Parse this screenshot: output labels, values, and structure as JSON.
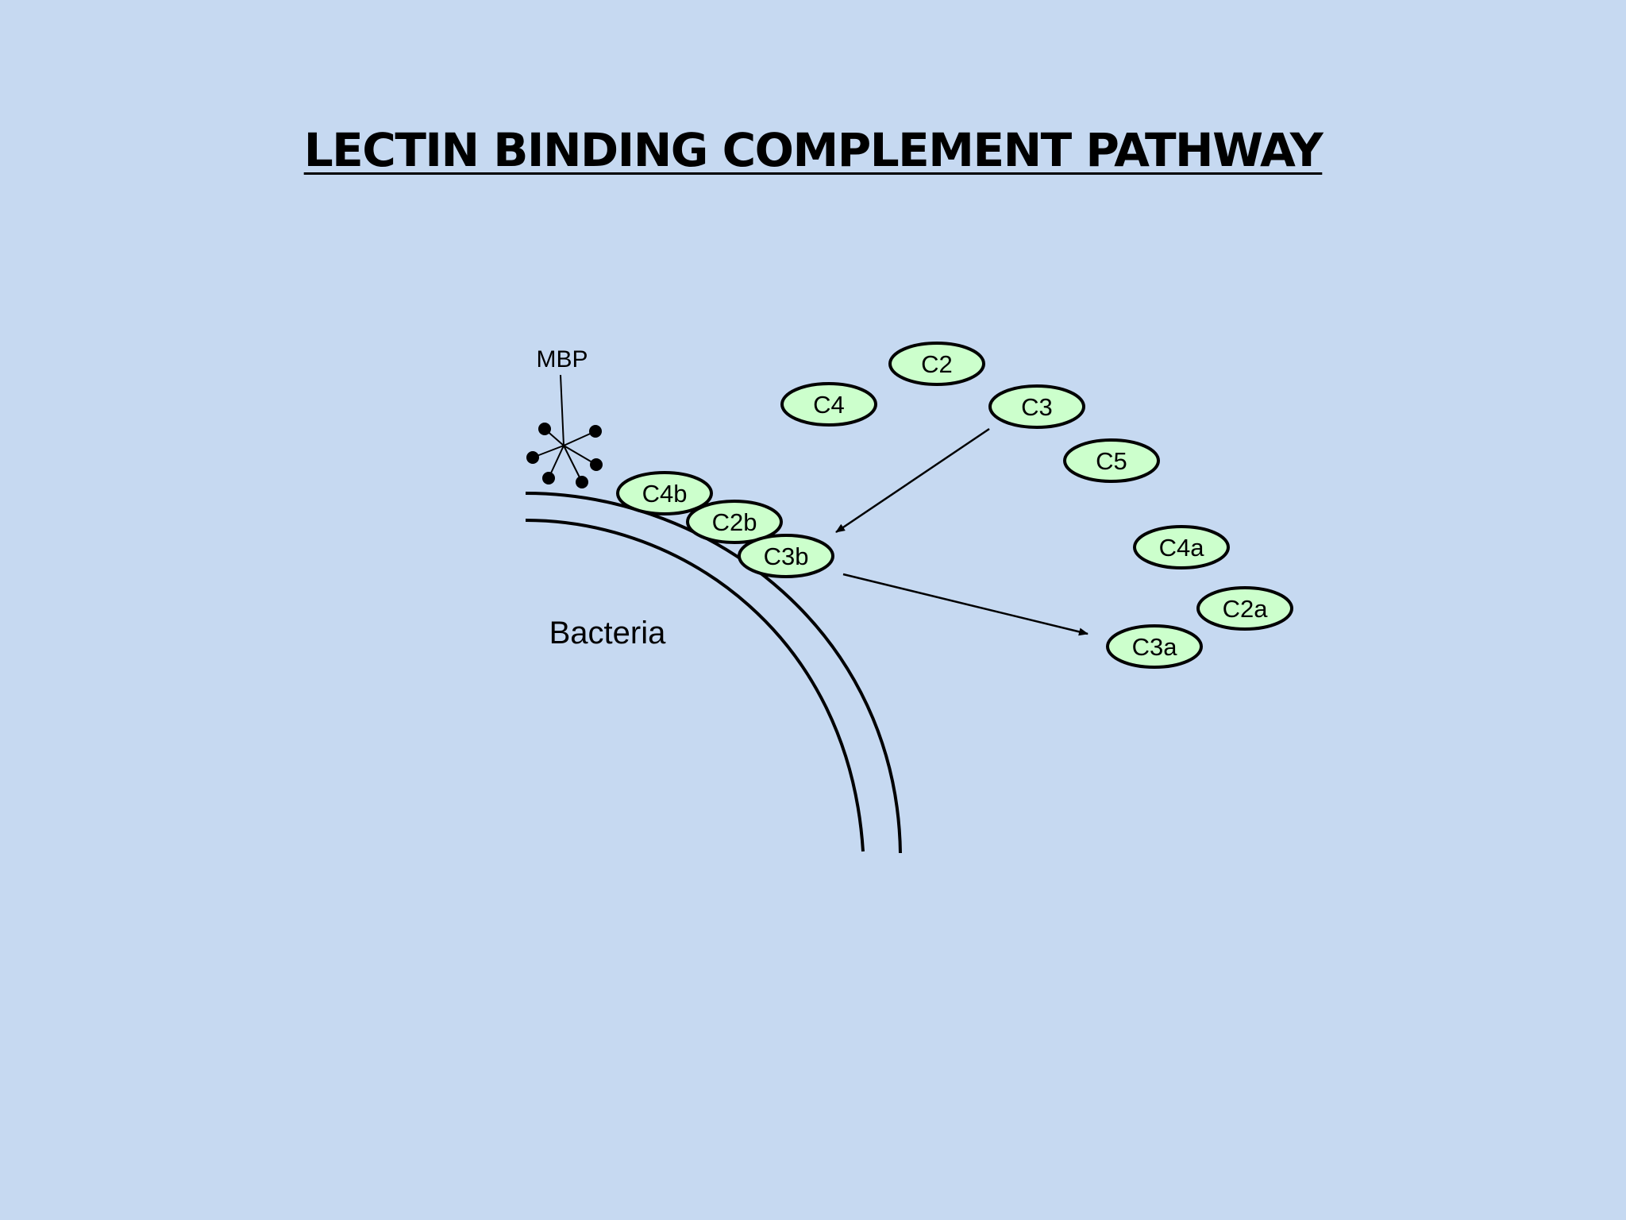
{
  "slide": {
    "title": "LECTIN BINDING COMPLEMENT PATHWAY"
  },
  "diagram": {
    "mbp_label": "MBP",
    "bacteria_label": "Bacteria",
    "colors": {
      "background": "#c6d9f1",
      "component_fill": "#ccffcc",
      "stroke": "#000000"
    },
    "components": {
      "c2": "C2",
      "c4": "C4",
      "c3": "C3",
      "c5": "C5",
      "c4b": "C4b",
      "c2b": "C2b",
      "c3b": "C3b",
      "c4a": "C4a",
      "c2a": "C2a",
      "c3a": "C3a"
    }
  }
}
